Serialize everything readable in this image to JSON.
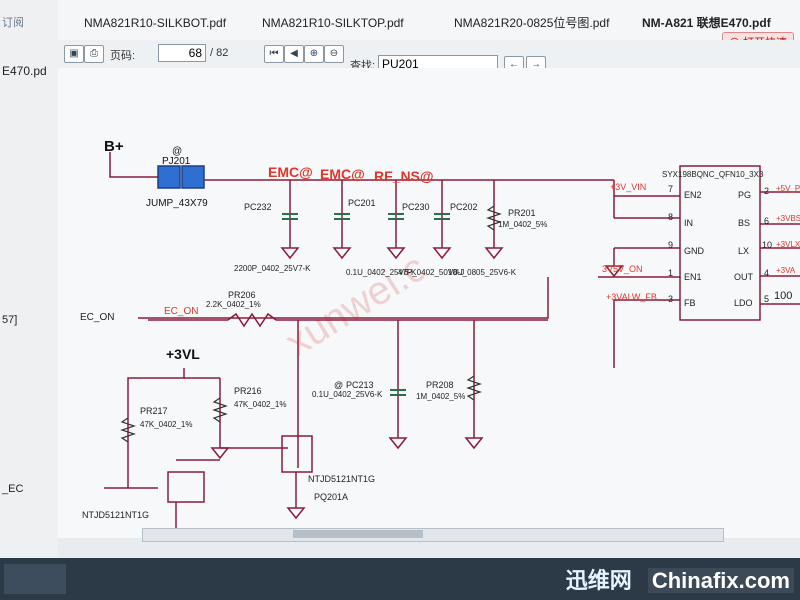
{
  "left_pane": {
    "title": "订阅",
    "file": "E470.pd",
    "label": "57]",
    "sig": "_EC"
  },
  "tabs": [
    {
      "label": "NMA821R10-SILKBOT.pdf",
      "active": false
    },
    {
      "label": "NMA821R10-SILKTOP.pdf",
      "active": false
    },
    {
      "label": "NMA821R20-0825位号图.pdf",
      "active": false
    },
    {
      "label": "NM-A821 联想E470.pdf",
      "active": true
    }
  ],
  "open_button": "打开快速",
  "toolbar": {
    "page_label": "页码:",
    "page_current": "68",
    "page_total": "/ 82",
    "search_label": "查找:",
    "search_value": "PU201"
  },
  "schematic": {
    "labels": {
      "bplus": "B+",
      "pj201_ref": "PJ201",
      "pj201_at": "@",
      "pj201_part": "JUMP_43X79",
      "emc1": "EMC@",
      "emc2": "EMC@",
      "rfns": "RF_NS@",
      "pc232": "PC232",
      "pc232_val": "2200P_0402_25V7-K",
      "pc201": "PC201",
      "pc201_val": "0.1U_0402_25V6-K",
      "pc230": "PC230",
      "pc230_val": "47P_0402_50V8-J",
      "pc202": "PC202",
      "pc202_val": "10U_0805_25V6-K",
      "pr201": "PR201",
      "pr201_val": "1M_0402_5%",
      "vin_net": "+3V_VIN",
      "ic_part": "SYX198BQNC_QFN10_3X3",
      "pin_en2": "EN2",
      "pin_in": "IN",
      "pin_gnd": "GND",
      "pin_en1": "EN1",
      "pin_fb": "FB",
      "pin_pg": "PG",
      "pin_bs": "BS",
      "pin_lx": "LX",
      "pin_out": "OUT",
      "pin_ldo": "LDO",
      "n7": "7",
      "n8": "8",
      "n9": "9",
      "n1": "1",
      "n3": "3",
      "n2": "2",
      "n6": "6",
      "n10": "10",
      "n4": "4",
      "n5": "5",
      "net_3v5_on": "3V5V_ON",
      "net_fb": "+3VALW_FB",
      "net_pg": "+5V_P",
      "net_bs": "+3VBS",
      "net_lx": "+3VLX",
      "net_out": "+3VA",
      "net_ldo": "100",
      "ec_on_left": "EC_ON",
      "ec_on_right": "EC_ON",
      "pr206": "PR206",
      "pr206_val": "2.2K_0402_1%",
      "v3vl": "+3VL",
      "pr217": "PR217",
      "pr217_val": "47K_0402_1%",
      "pr216": "PR216",
      "pr216_val": "47K_0402_1%",
      "pc213_at": "@",
      "pc213": "PC213",
      "pc213_val": "0.1U_0402_25V6-K",
      "pr208": "PR208",
      "pr208_val": "1M_0402_5%",
      "q1_part": "NTJD5121NT1G",
      "q2_part": "NTJD5121NT1G",
      "pq201a": "PQ201A"
    }
  },
  "watermark": {
    "cn": "迅维网",
    "en": "Chinafix.com",
    "diag": "xunwei.c"
  }
}
